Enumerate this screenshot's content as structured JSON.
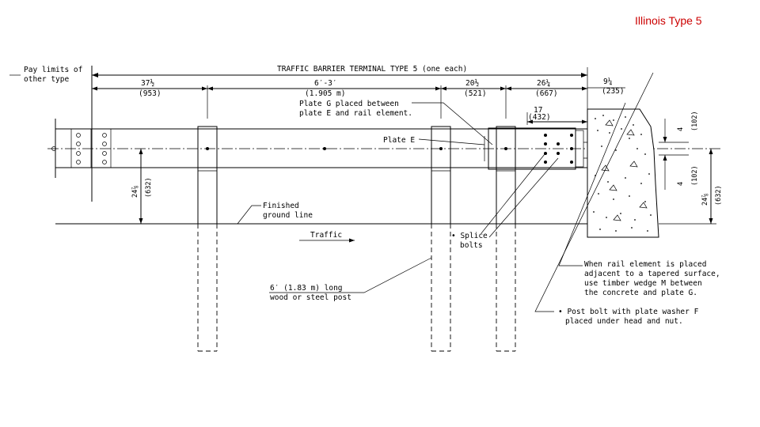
{
  "title": "Illinois Type 5",
  "labels": {
    "pay_limits_1": "Pay limits of",
    "pay_limits_2": "other type",
    "terminal_title": "TRAFFIC BARRIER TERMINAL TYPE 5 (one each)",
    "dim1_top": "37½",
    "dim1_bot": "(953)",
    "dim2_top": "6′-3′",
    "dim2_bot": "(1.905 m)",
    "dim3_top": "20½",
    "dim3_bot": "(521)",
    "dim4_top": "26¼",
    "dim4_bot": "(667)",
    "dim5_top": "9¼",
    "dim5_bot": "(235)",
    "dim17_top": "17",
    "dim17_bot": "(432)",
    "plate_g_1": "Plate G placed between",
    "plate_g_2": "plate E and rail element.",
    "plate_e": "Plate E",
    "height_left_top": "24⅞",
    "height_left_bot": "(632)",
    "height_right_top": "24⅞",
    "height_right_bot": "(632)",
    "v4_upper_top": "4",
    "v4_upper_bot": "(102)",
    "v4_lower_top": "4",
    "v4_lower_bot": "(102)",
    "finished_1": "Finished",
    "finished_2": "ground line",
    "traffic": "Traffic",
    "splice_1": "• Splice",
    "splice_2": "bolts",
    "post_1": "6′ (1.83 m) long",
    "post_2": "wood or steel post",
    "wedge_1": "When rail element is placed",
    "wedge_2": "adjacent to a tapered surface,",
    "wedge_3": "use timber wedge M between",
    "wedge_4": "the concrete and plate G.",
    "postbolt_1": "• Post bolt with plate washer F",
    "postbolt_2": "placed under head and nut."
  }
}
